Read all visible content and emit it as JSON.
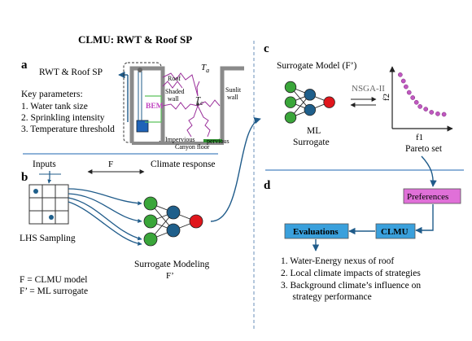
{
  "panel_a": {
    "letter": "a",
    "title": "CLMU: RWT & Roof SP",
    "output_label": "RWT & Roof SP",
    "key_params_title": "Key parameters:",
    "params": [
      "1.  Water tank size",
      "2.  Sprinkling intensity",
      "3.  Temperature threshold"
    ],
    "labels": {
      "ta": "T",
      "ta_sub": "a",
      "tc": "T",
      "tc_sub": "c",
      "roof": "Roof",
      "bem": "BEM",
      "shaded_wall": "Shaded wall",
      "sunlit_wall": "Sunlit wall",
      "impervious": "Impervious",
      "pervious": "pervious",
      "canyon_floor": "Canyon floor"
    }
  },
  "panel_b": {
    "letter": "b",
    "inputs": "Inputs",
    "f": "F",
    "climate_response": "Climate response",
    "lhs": "LHS Sampling",
    "surrogate_modeling": "Surrogate Modeling",
    "f_prime": "F’",
    "legend": [
      "F = CLMU model",
      "F’ = ML surrogate"
    ]
  },
  "panel_c": {
    "letter": "c",
    "surrogate_model": "Surrogate Model (F’)",
    "nsga": "NSGA-II",
    "ml_surrogate": [
      "ML",
      "Surrogate"
    ],
    "f1": "f1",
    "f2": "f2",
    "pareto": "Pareto set"
  },
  "panel_d": {
    "letter": "d",
    "preferences": "Preferences",
    "clmu": "CLMU",
    "evaluations": "Evaluations",
    "items": [
      "1.  Water-Energy nexus of roof",
      "2.  Local climate impacts of strategies",
      "3.  Background climate’s influence on",
      "     strategy performance"
    ]
  },
  "colors": {
    "blue_arrow": "#1f5b8a",
    "node_green": "#3aa63a",
    "node_blue": "#1f5f8b",
    "node_red": "#e0161c",
    "preferences_fill": "#e070d8",
    "clmu_fill": "#3aa0dc",
    "pareto_point": "#c058c0",
    "separator": "#4a83c0"
  },
  "pareto_points": [
    [
      0.06,
      0.94
    ],
    [
      0.12,
      0.82
    ],
    [
      0.17,
      0.71
    ],
    [
      0.23,
      0.6
    ],
    [
      0.3,
      0.5
    ],
    [
      0.37,
      0.41
    ],
    [
      0.44,
      0.33
    ],
    [
      0.55,
      0.28
    ],
    [
      0.66,
      0.22
    ],
    [
      0.78,
      0.19
    ],
    [
      0.9,
      0.18
    ]
  ]
}
